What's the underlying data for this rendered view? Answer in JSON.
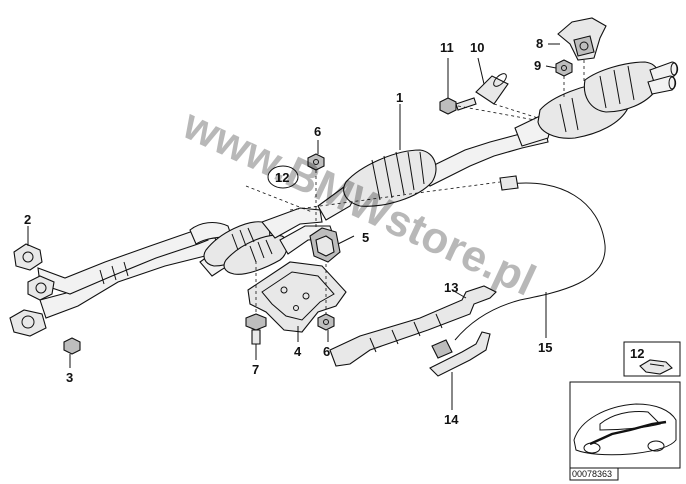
{
  "diagram": {
    "callouts": [
      "1",
      "2",
      "3",
      "4",
      "5",
      "6",
      "6",
      "7",
      "8",
      "9",
      "10",
      "11",
      "12",
      "13",
      "14",
      "15"
    ],
    "inset_number": "12",
    "reference_code": "00078363",
    "watermark": "www.BMWstore.pl"
  }
}
